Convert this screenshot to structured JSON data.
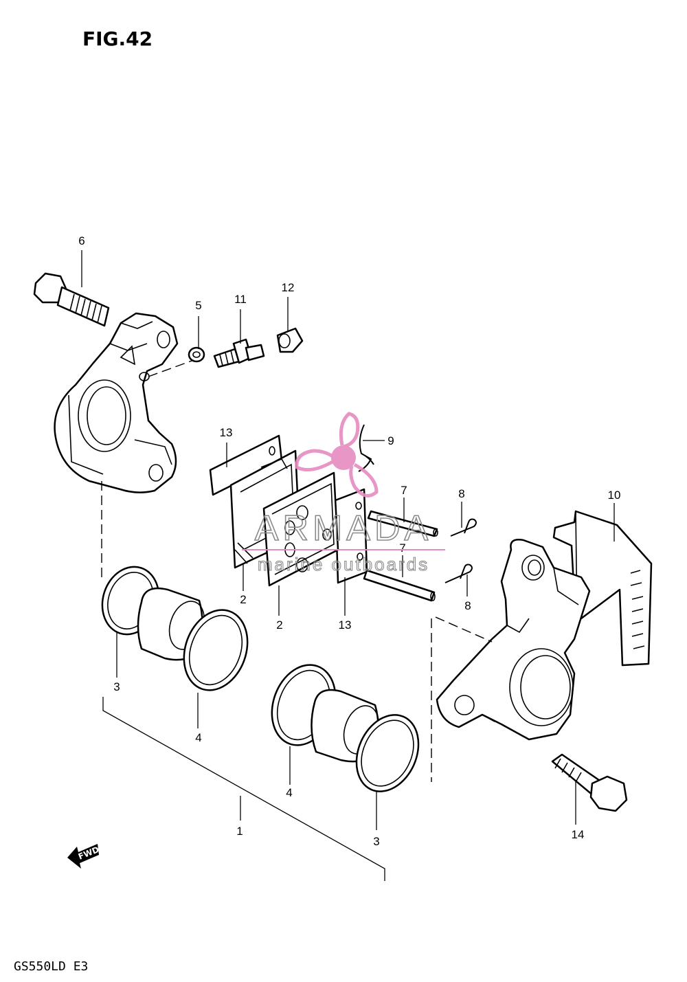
{
  "figure": {
    "title": "FIG.42",
    "model_code": "GS550LD E3",
    "fwd_label": "FWD"
  },
  "watermark": {
    "brand": "ARMADA",
    "tagline": "marine outboards",
    "logo_color": "#e58bc0"
  },
  "callouts": {
    "c1": "1",
    "c2a": "2",
    "c2b": "2",
    "c3a": "3",
    "c3b": "3",
    "c4a": "4",
    "c4b": "4",
    "c5": "5",
    "c6": "6",
    "c7a": "7",
    "c7b": "7",
    "c8a": "8",
    "c8b": "8",
    "c9": "9",
    "c10": "10",
    "c11": "11",
    "c12": "12",
    "c13a": "13",
    "c13b": "13",
    "c14": "14"
  }
}
